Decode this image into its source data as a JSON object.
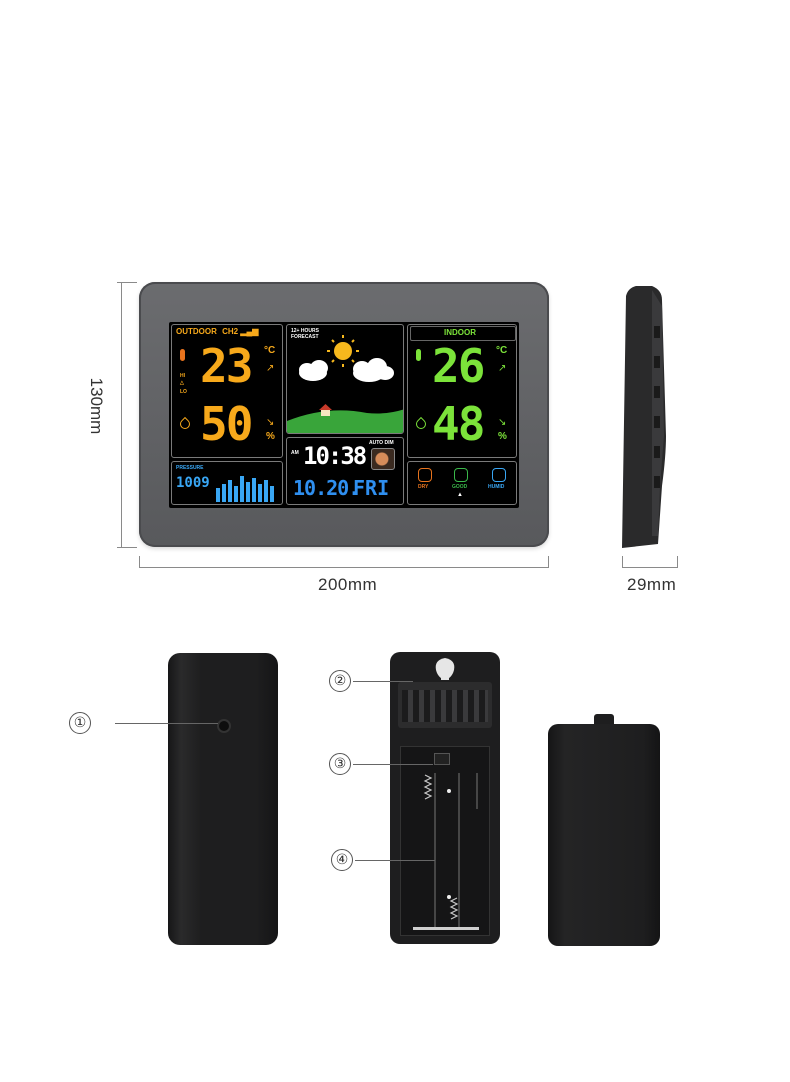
{
  "dimensions": {
    "height_label": "130mm",
    "width_label": "200mm",
    "depth_label": "29mm"
  },
  "display": {
    "outdoor": {
      "header": "OUTDOOR",
      "channel": "CH2",
      "temperature": "23",
      "temp_unit": "°C",
      "humidity": "50",
      "humidity_unit": "%",
      "hi_label": "HI",
      "lo_label": "LO"
    },
    "forecast": {
      "header_line1": "12+ HOURS",
      "header_line2": "FORECAST"
    },
    "indoor": {
      "header": "INDOOR",
      "temperature": "26",
      "temp_unit": "°C",
      "humidity": "48",
      "humidity_unit": "%"
    },
    "pressure": {
      "label": "PRESSURE",
      "value": "1009"
    },
    "clock": {
      "ampm": "AM",
      "time": "10:38",
      "auto_dim": "AUTO DIM",
      "date": "10.20.",
      "day": "FRI"
    },
    "comfort": {
      "dry": "DRY",
      "good": "GOOD",
      "humid": "HUMID"
    },
    "colors": {
      "outdoor_accent": "#f7a91b",
      "indoor_accent": "#7ce33a",
      "clock_accent": "#ffffff",
      "date_accent": "#2f8ff0",
      "pressure_accent": "#39a7f5"
    }
  },
  "callouts": {
    "c1": "①",
    "c2": "②",
    "c3": "③",
    "c4": "④"
  }
}
